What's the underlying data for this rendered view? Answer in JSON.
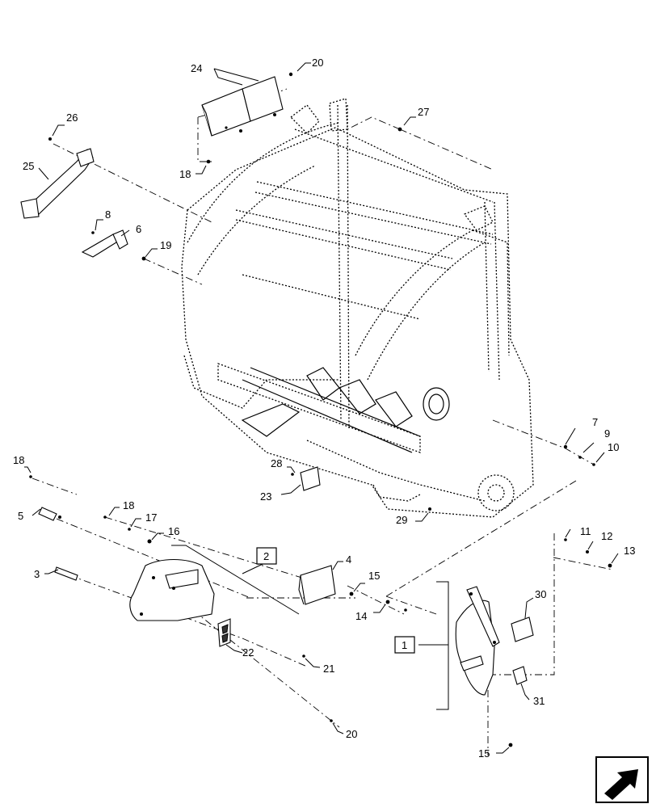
{
  "callouts": [
    {
      "id": "c1",
      "text": "20"
    },
    {
      "id": "c2",
      "text": "24"
    },
    {
      "id": "c3",
      "text": "26"
    },
    {
      "id": "c4",
      "text": "27"
    },
    {
      "id": "c5",
      "text": "25"
    },
    {
      "id": "c6",
      "text": "18"
    },
    {
      "id": "c7",
      "text": "8"
    },
    {
      "id": "c8",
      "text": "6"
    },
    {
      "id": "c9",
      "text": "19"
    },
    {
      "id": "c10",
      "text": "7"
    },
    {
      "id": "c11",
      "text": "9"
    },
    {
      "id": "c12",
      "text": "10"
    },
    {
      "id": "c13",
      "text": "18"
    },
    {
      "id": "c14",
      "text": "28"
    },
    {
      "id": "c15",
      "text": "23"
    },
    {
      "id": "c16",
      "text": "5"
    },
    {
      "id": "c17",
      "text": "18"
    },
    {
      "id": "c18",
      "text": "17"
    },
    {
      "id": "c19",
      "text": "16"
    },
    {
      "id": "c20",
      "text": "29"
    },
    {
      "id": "c21",
      "text": "11"
    },
    {
      "id": "c22",
      "text": "12"
    },
    {
      "id": "c23",
      "text": "13"
    },
    {
      "id": "c24",
      "text": "4"
    },
    {
      "id": "c25",
      "text": "3"
    },
    {
      "id": "c26",
      "text": "15"
    },
    {
      "id": "c27",
      "text": "14"
    },
    {
      "id": "c28",
      "text": "30"
    },
    {
      "id": "c29",
      "text": "22"
    },
    {
      "id": "c30",
      "text": "21"
    },
    {
      "id": "c31",
      "text": "31"
    },
    {
      "id": "c32",
      "text": "20"
    },
    {
      "id": "c33",
      "text": "15"
    }
  ],
  "boxed_callouts": [
    {
      "id": "b1",
      "text": "2"
    },
    {
      "id": "b2",
      "text": "1"
    }
  ],
  "icons": {
    "navigation": "next-page-arrow-icon"
  }
}
